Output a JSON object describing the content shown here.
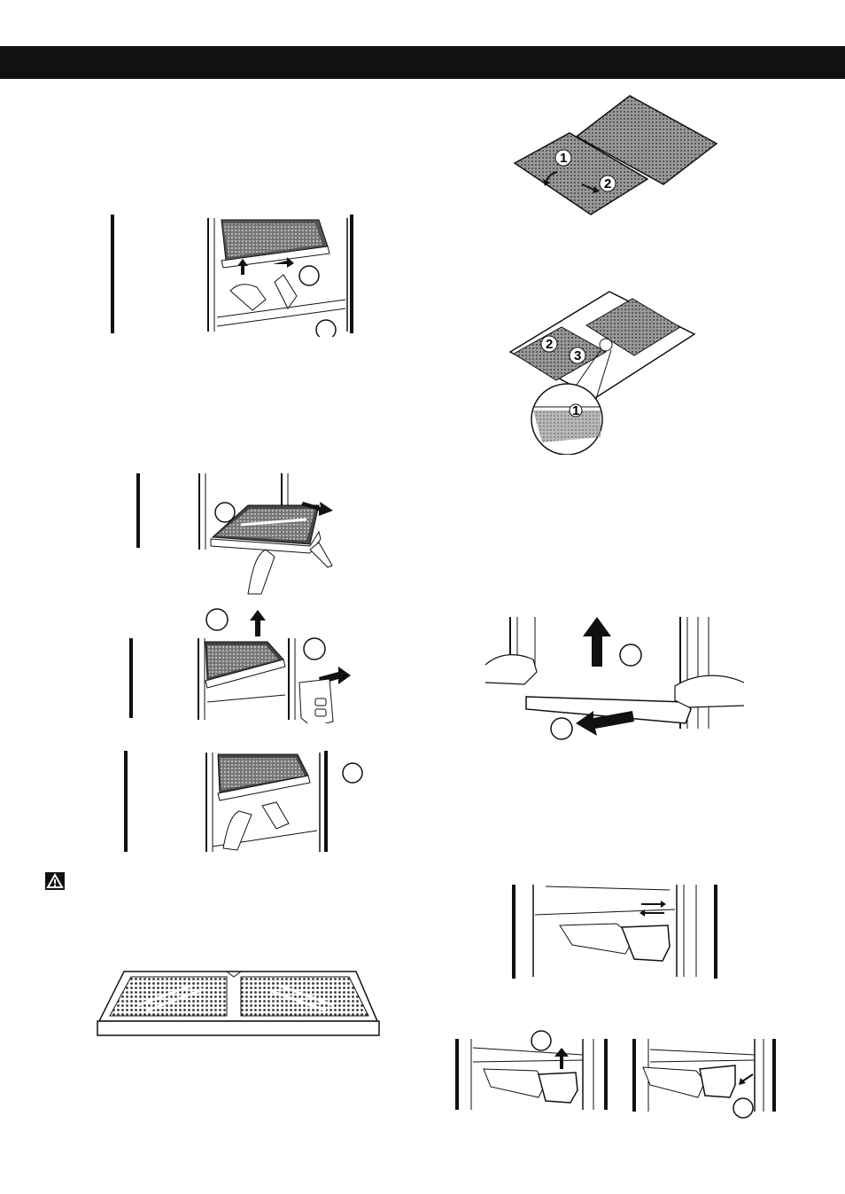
{
  "header": {
    "bar_color": "#111111"
  },
  "steps": {
    "one": "1",
    "two": "2",
    "three": "3"
  },
  "icons": [
    "warning-icon",
    "arrow-up-icon",
    "arrow-right-icon",
    "arrow-left-icon"
  ]
}
